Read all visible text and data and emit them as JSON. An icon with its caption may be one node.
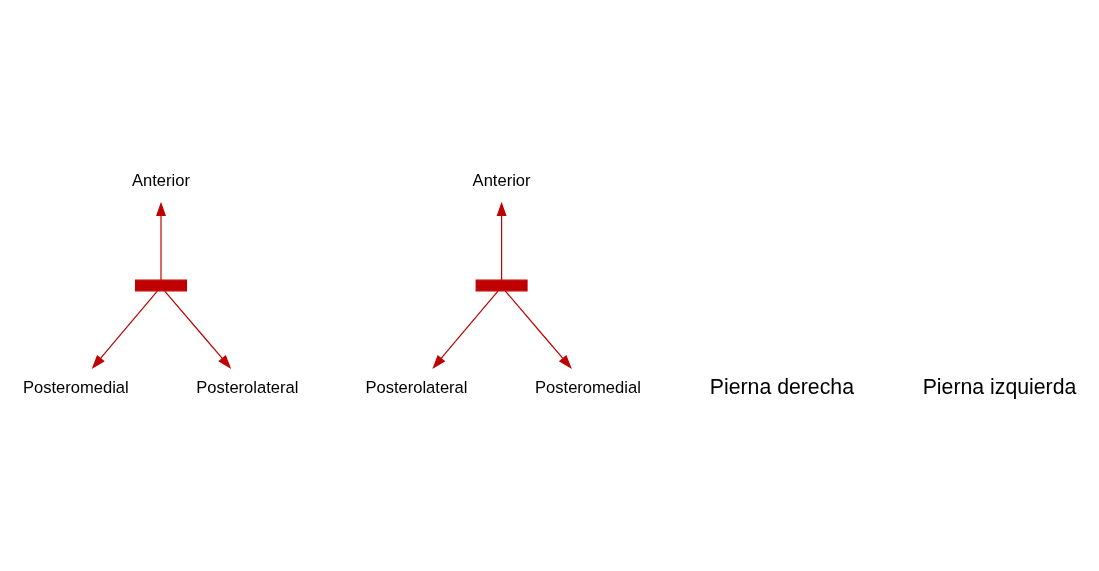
{
  "diagram": {
    "nodes": [
      {
        "text": [
          "Anterior"
        ]
      },
      {
        "text": [],
        "shape": "bar"
      },
      {
        "text": [
          "Posteromedial"
        ]
      },
      {
        "text": [
          "Posterolateral"
        ]
      },
      {
        "text": [
          "Anterior"
        ]
      },
      {
        "text": [],
        "shape": "bar"
      },
      {
        "text": [
          "Posterolateral"
        ]
      },
      {
        "text": [
          "Posteromedial"
        ]
      }
    ],
    "edges": [
      {
        "from": 1,
        "to": 0,
        "arrow": "to"
      },
      {
        "from": 1,
        "to": 2,
        "arrow": "to"
      },
      {
        "from": 1,
        "to": 3,
        "arrow": "to"
      },
      {
        "from": 5,
        "to": 4,
        "arrow": "to"
      },
      {
        "from": 5,
        "to": 6,
        "arrow": "to"
      },
      {
        "from": 5,
        "to": 7,
        "arrow": "to"
      }
    ],
    "labels": [
      "Pierna derecha",
      "Pierna izquierda"
    ]
  }
}
